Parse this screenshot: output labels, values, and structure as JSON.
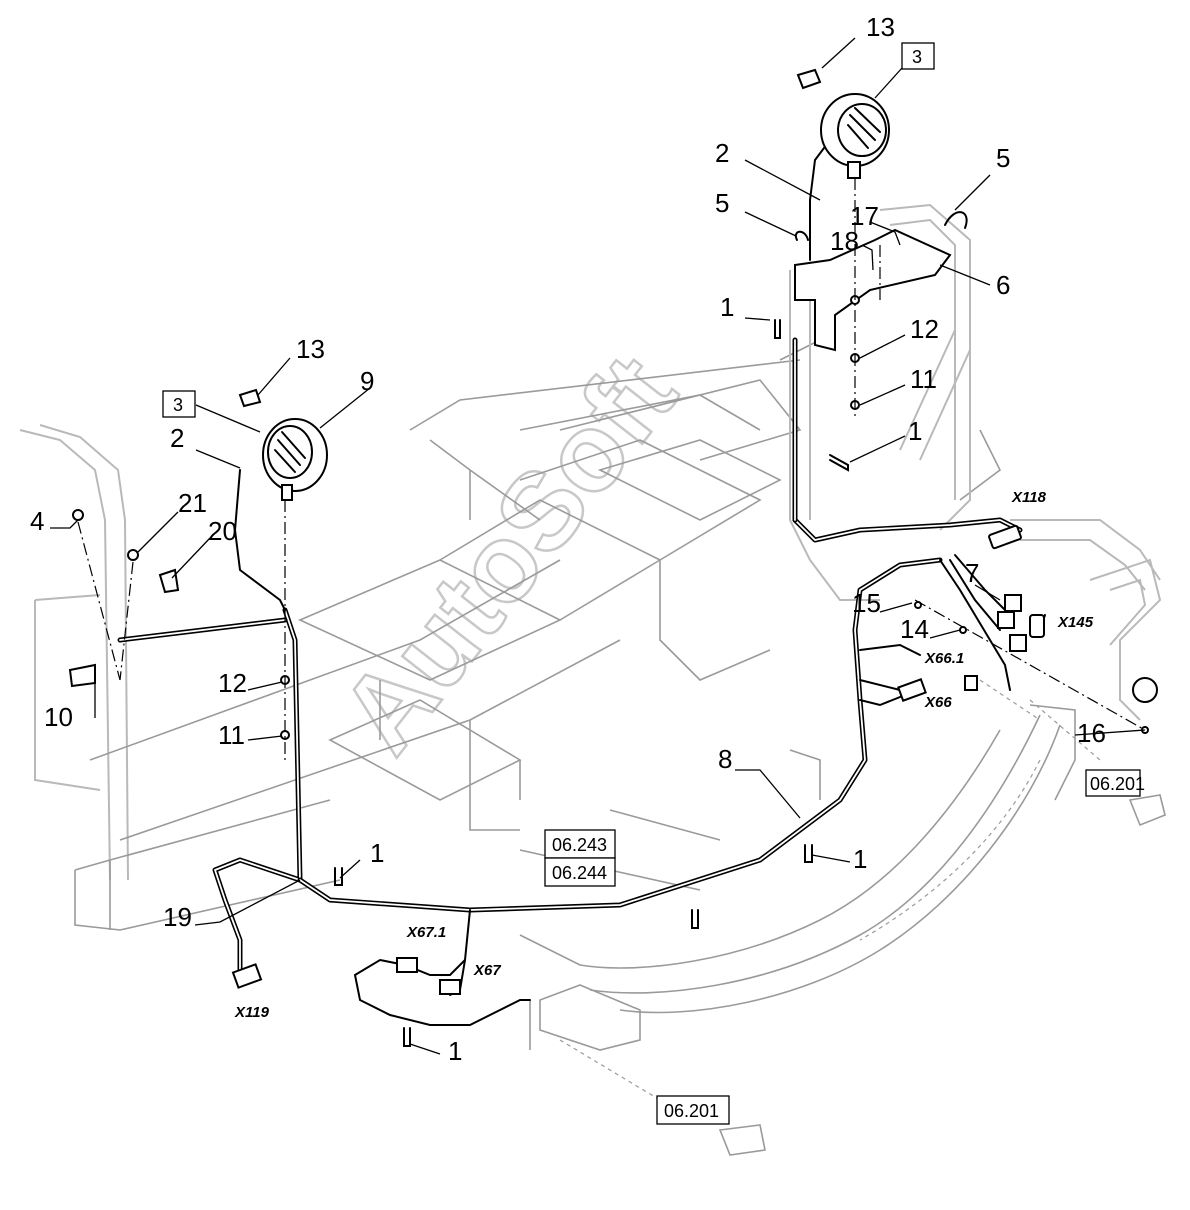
{
  "watermark": "AutoSoft",
  "callouts": {
    "c1a": "1",
    "c1b": "1",
    "c1c": "1",
    "c1d": "1",
    "c1e": "1",
    "c2a": "2",
    "c2b": "2",
    "c3a": "3",
    "c3b": "3",
    "c4": "4",
    "c5a": "5",
    "c5b": "5",
    "c6": "6",
    "c7": "7",
    "c8": "8",
    "c9": "9",
    "c10": "10",
    "c11a": "11",
    "c11b": "11",
    "c12a": "12",
    "c12b": "12",
    "c13a": "13",
    "c13b": "13",
    "c14": "14",
    "c15": "15",
    "c16": "16",
    "c17": "17",
    "c18": "18",
    "c19": "19",
    "c20": "20",
    "c21": "21"
  },
  "connectors": {
    "x118": "X118",
    "x145": "X145",
    "x66_1": "X66.1",
    "x66": "X66",
    "x67_1": "X67.1",
    "x67": "X67",
    "x119": "X119"
  },
  "references": {
    "ref_06201_right": "06.201",
    "ref_06243": "06.243",
    "ref_06244": "06.244",
    "ref_06201_bottom": "06.201"
  }
}
